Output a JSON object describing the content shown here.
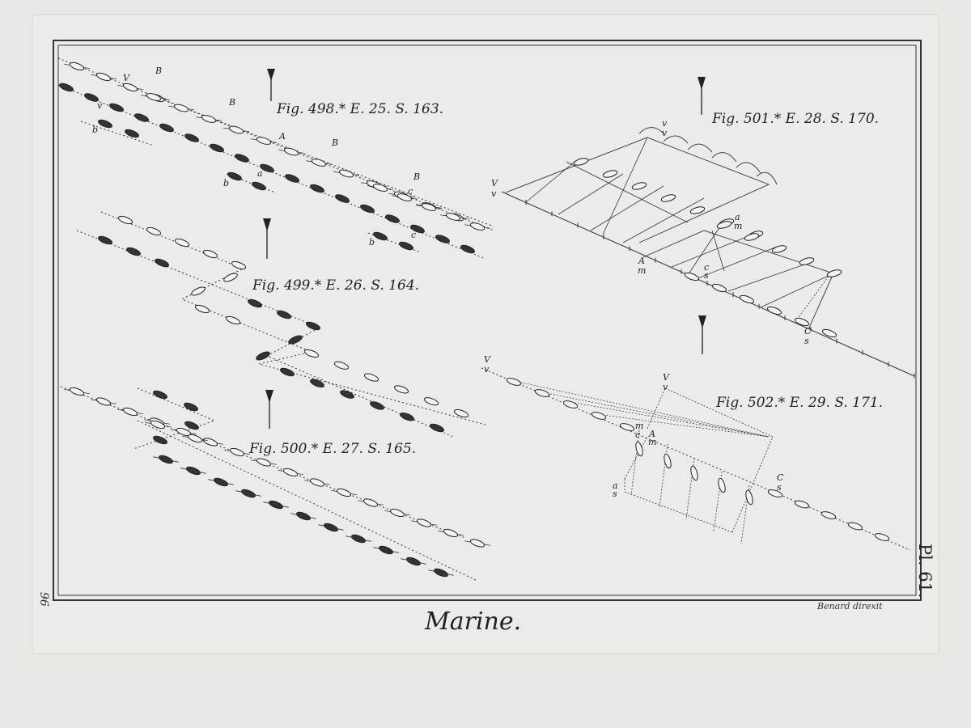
{
  "figures": {
    "f498": "Fig. 498.* E. 25. S. 163.",
    "f499": "Fig. 499.* E. 26. S. 164.",
    "f500": "Fig. 500.* E. 27. S. 165.",
    "f501": "Fig. 501.* E. 28. S. 170.",
    "f502": "Fig. 502.* E. 29. S. 171."
  },
  "caption": "Marine.",
  "plate_number": "Pl. 61.",
  "page_number": "96",
  "engraver": "Benard direxit",
  "letters": {
    "V": "V",
    "B": "B",
    "A": "A",
    "a": "a",
    "b": "b",
    "c": "c",
    "v": "v",
    "m": "m",
    "C": "C",
    "s": "s"
  },
  "colors": {
    "paper": "#e9e8e4",
    "ink": "#222222",
    "frame": "#333333"
  }
}
